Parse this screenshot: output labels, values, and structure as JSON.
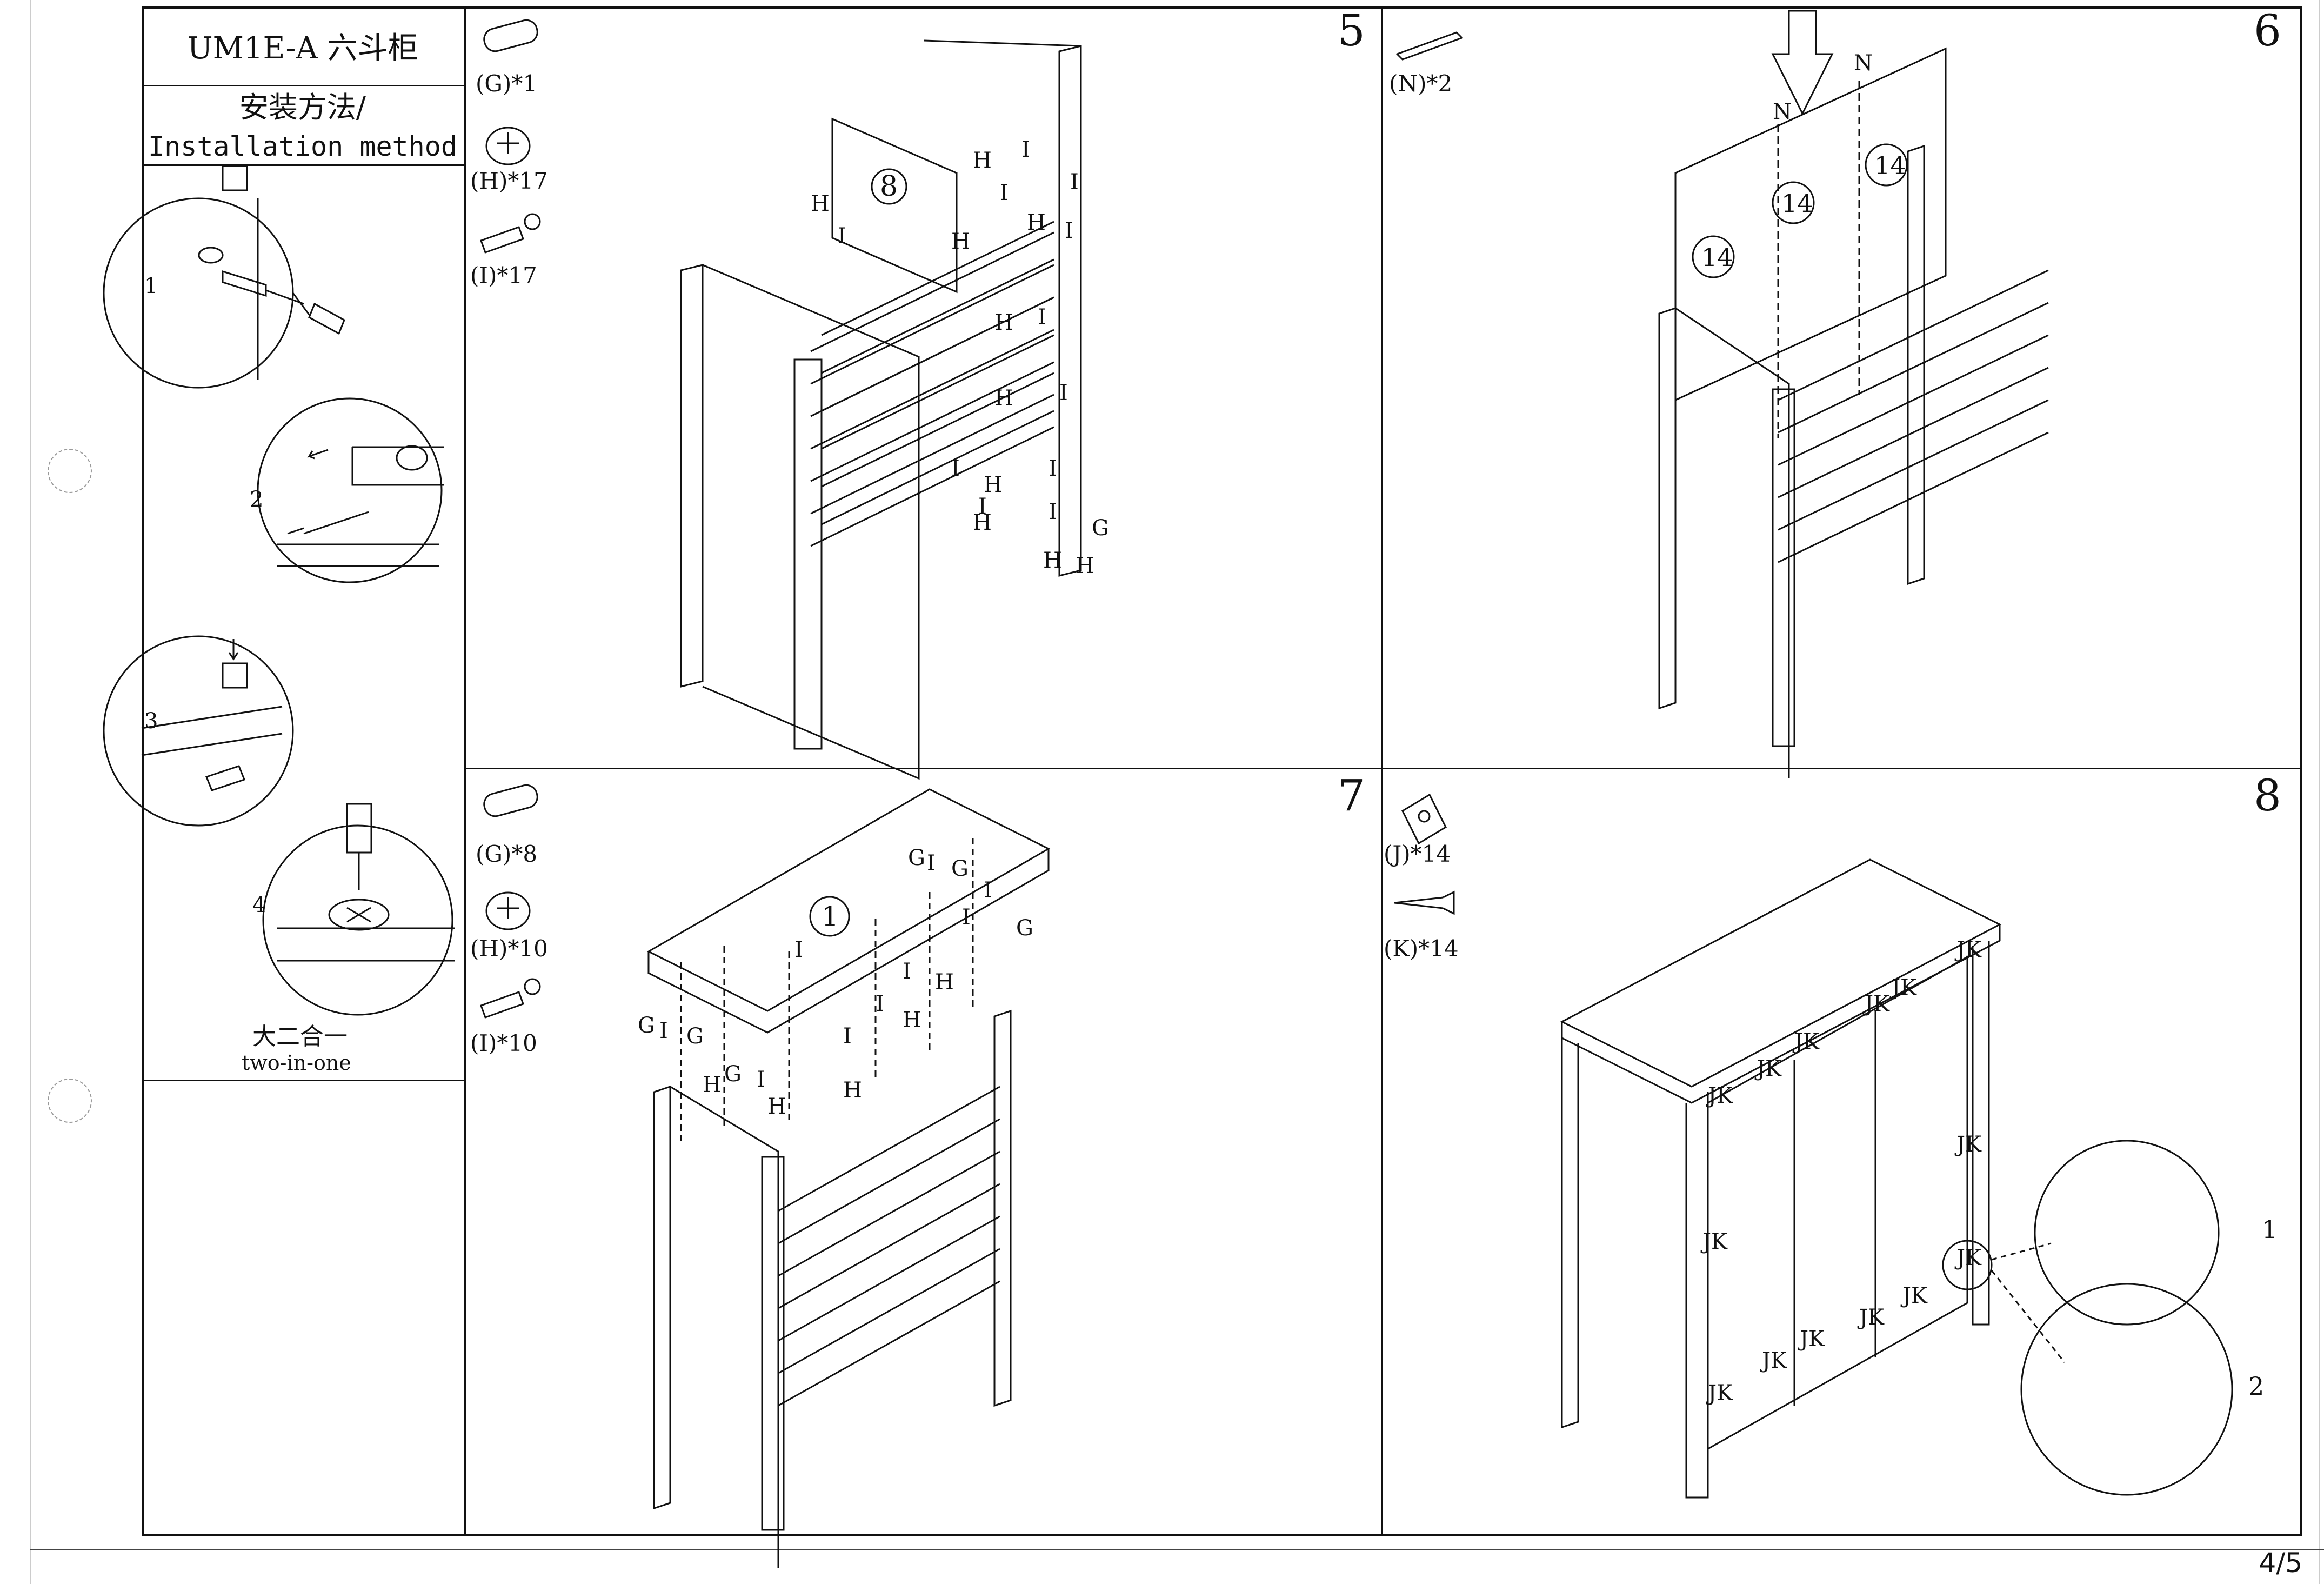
{
  "doc": {
    "title": "UM1E-A 六斗柜",
    "method_cn": "安装方法/",
    "method_en": "Installation method",
    "page": "4/5"
  },
  "howto": {
    "steps": [
      "1",
      "2",
      "3",
      "4"
    ],
    "caption_cn": "大二合一",
    "caption_en": "two-in-one"
  },
  "panels": [
    {
      "step": "5",
      "parts": [
        "(G)*1",
        "(H)*17",
        "(I)*17"
      ],
      "callouts": [
        "8"
      ]
    },
    {
      "step": "6",
      "parts": [
        "(N)*2"
      ],
      "callouts": [
        "14",
        "14",
        "14"
      ],
      "markers": [
        "N",
        "N"
      ]
    },
    {
      "step": "7",
      "parts": [
        "(G)*8",
        "(H)*10",
        "(I)*10"
      ],
      "callouts": [
        "1"
      ]
    },
    {
      "step": "8",
      "parts": [
        "(J)*14",
        "(K)*14"
      ],
      "detail_steps": [
        "1",
        "2"
      ],
      "marker": "JK"
    }
  ],
  "hardware_letters": {
    "g": "G",
    "h": "H",
    "i": "I",
    "jk": "JK"
  }
}
